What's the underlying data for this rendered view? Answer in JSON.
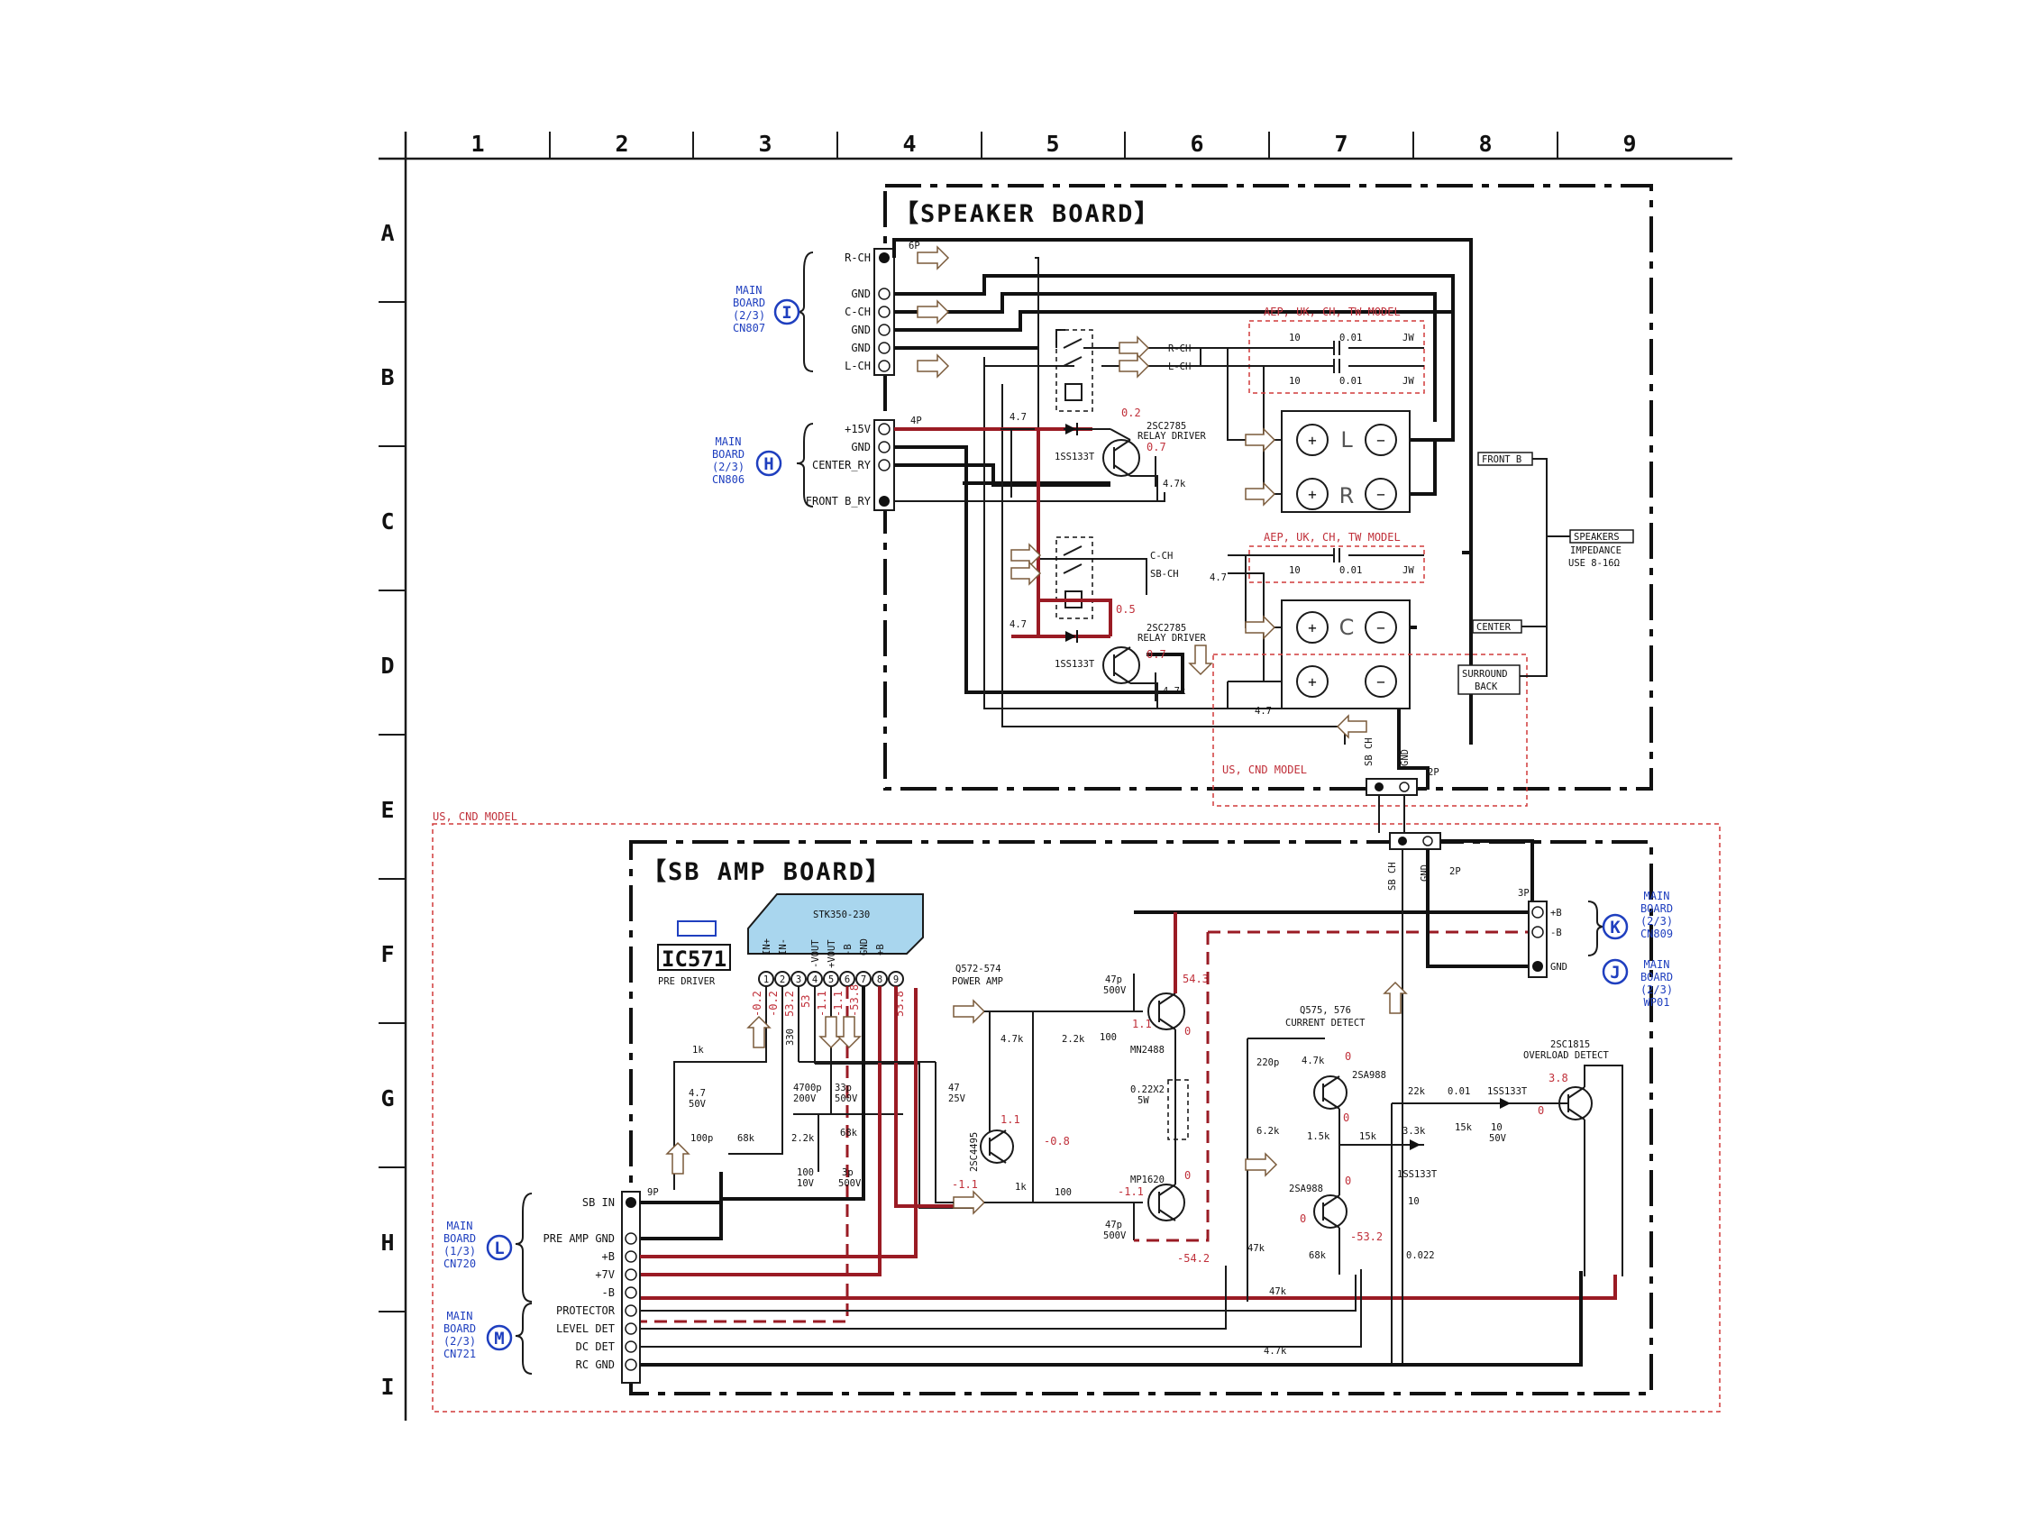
{
  "grid": {
    "columns": [
      "1",
      "2",
      "3",
      "4",
      "5",
      "6",
      "7",
      "8",
      "9"
    ],
    "rows": [
      "A",
      "B",
      "C",
      "D",
      "E",
      "F",
      "G",
      "H",
      "I"
    ]
  },
  "speaker_board": {
    "title": "【SPEAKER BOARD】",
    "cn807_pins": [
      "R-CH",
      "GND",
      "C-CH",
      "GND",
      "GND",
      "L-CH"
    ],
    "cn807_label": "6P",
    "cn806_pins": [
      "+15V",
      "GND",
      "CENTER_RY",
      "FRONT B_RY"
    ],
    "cn806_label": "4P",
    "model_note_1": "AEP, UK, CH, TW MODEL",
    "model_note_2": "AEP, UK, CH, TW MODEL",
    "us_note": "US, CND MODEL",
    "relay_driver_1": [
      "2SC2785",
      "RELAY DRIVER"
    ],
    "relay_driver_2": [
      "2SC2785",
      "RELAY DRIVER"
    ],
    "diode_1": "1SS133T",
    "diode_2": "1SS133T",
    "res_47_a": "4.7",
    "res_47_b": "4.7",
    "res_47k_a": "4.7k",
    "res_47k_b": "4.7k",
    "res_47_c": "4.7",
    "res_47_d": "4.7",
    "v_02": "0.2",
    "v_07a": "0.7",
    "v_05": "0.5",
    "v_07b": "0.7",
    "rch_tag": "R-CH",
    "lch_tag": "L-CH",
    "cch_tag": "C-CH",
    "sbch_tag": "SB-CH",
    "net_10_a": "10",
    "net_001_a": "0.01",
    "net_jw_a": "JW",
    "net_10_b": "10",
    "net_001_b": "0.01",
    "net_jw_b": "JW",
    "net_10_c": "10",
    "net_001_c": "0.01",
    "net_jw_c": "JW",
    "terminal_l": "L",
    "terminal_r": "R",
    "terminal_c": "C",
    "plus": "+",
    "minus": "−",
    "front_b": "FRONT B",
    "speakers": "SPEAKERS",
    "impedance": [
      "IMPEDANCE",
      "USE 8-16Ω"
    ],
    "center": "CENTER",
    "surround_back": [
      "SURROUND",
      "BACK"
    ],
    "sb_ch": "SB CH",
    "gnd": "GND",
    "conn_2p": "2P"
  },
  "main_refs": {
    "i": {
      "letter": "I",
      "lines": [
        "MAIN",
        "BOARD",
        "(2/3)",
        "CN807"
      ]
    },
    "h": {
      "letter": "H",
      "lines": [
        "MAIN",
        "BOARD",
        "(2/3)",
        "CN806"
      ]
    },
    "k": {
      "letter": "K",
      "lines": [
        "MAIN",
        "BOARD",
        "(2/3)",
        "CN809"
      ]
    },
    "j": {
      "letter": "J",
      "lines": [
        "MAIN",
        "BOARD",
        "(2/3)",
        "WP01"
      ]
    },
    "l": {
      "letter": "L",
      "lines": [
        "MAIN",
        "BOARD",
        "(1/3)",
        "CN720"
      ]
    },
    "m": {
      "letter": "M",
      "lines": [
        "MAIN",
        "BOARD",
        "(2/3)",
        "CN721"
      ]
    }
  },
  "sb_amp_board": {
    "title": "【SB AMP BOARD】",
    "us_note": "US, CND MODEL",
    "ic_name": "IC571",
    "ic_sub": "PRE DRIVER",
    "ic_part": "STK350-230",
    "ic_pins": [
      "IN+",
      "IN-",
      "",
      "-VOUT",
      "+VOUT",
      "-B",
      "GND",
      "+B",
      ""
    ],
    "ic_pin_numbers": [
      "1",
      "2",
      "3",
      "4",
      "5",
      "6",
      "7",
      "8",
      "9"
    ],
    "ic_volts": [
      "-0.2",
      "-0.2",
      "53.2",
      "53",
      "-1.1",
      "-1.1",
      "-53.8",
      "53.8"
    ],
    "q572": [
      "Q572-574",
      "POWER AMP"
    ],
    "q575": [
      "Q575, 576",
      "CURRENT DETECT"
    ],
    "q_od": [
      "2SC1815",
      "OVERLOAD DETECT"
    ],
    "cn9p": "9P",
    "cn3p": "3P",
    "cn2p": "2P",
    "left_pins": [
      "SB IN",
      "PRE AMP GND",
      "+B",
      "+7V",
      "-B",
      "PROTECTOR",
      "LEVEL DET",
      "DC DET",
      "RC GND"
    ],
    "right_pins": [
      "+B",
      "-B",
      "GND"
    ],
    "sb_ch": "SB CH",
    "gnd": "GND",
    "parts": {
      "r1k": "1k",
      "c47": [
        "4.7",
        "50V"
      ],
      "c100p": "100p",
      "r68k": "68k",
      "r330": "330",
      "r22k_a": "2.2k",
      "c4700p": [
        "4700p",
        "200V"
      ],
      "c33p": [
        "33p",
        "500V"
      ],
      "r68k_b": "68k",
      "c100_10v": [
        "100",
        "10V"
      ],
      "c3p": [
        "3p",
        "500V"
      ],
      "c47_25v": [
        "47",
        "25V"
      ],
      "r47k": "4.7k",
      "r22k_b": "2.2k",
      "c47p_a": [
        "47p",
        "500V"
      ],
      "r100_a": "100",
      "q_mn2488": "MN2488",
      "v_543": "54.3",
      "v_11a": "1.1",
      "v_0a": "0",
      "r022": [
        "0.22X2",
        "5W"
      ],
      "q_2sc4495": "2SC4495",
      "v_11b": "1.1",
      "v_m08": "-0.8",
      "v_m11a": "-1.1",
      "r1k_b": "1k",
      "r100_b": "100",
      "q_mp1620": "MP1620",
      "v_m11b": "-1.1",
      "v_0b": "0",
      "c47p_b": [
        "47p",
        "500V"
      ],
      "v_m542": "-54.2",
      "c220p": "220p",
      "r47k_b": "4.7k",
      "q_2sa988_a": "2SA988",
      "v_0c": "0",
      "v_0d": "0",
      "r62k": "6.2k",
      "r15k": "1.5k",
      "r15k_b": "15k",
      "r22k_c": "22k",
      "c001": "0.01",
      "d_1ss133t_a": "1SS133T",
      "v_38": "3.8",
      "v_0e": "0",
      "r15k_c": "15k",
      "c10_50v": [
        "10",
        "50V"
      ],
      "r33k": "3.3k",
      "d_1ss133t_b": "1SS133T",
      "r10": "10",
      "c0022": "0.022",
      "q_2sa988_b": "2SA988",
      "v_0f": "0",
      "v_0g": "0",
      "v_m532": "-53.2",
      "r68k_c": "68k",
      "r47k_c": "47k",
      "r47k_d": "47k",
      "r47k_e": "4.7k"
    }
  }
}
